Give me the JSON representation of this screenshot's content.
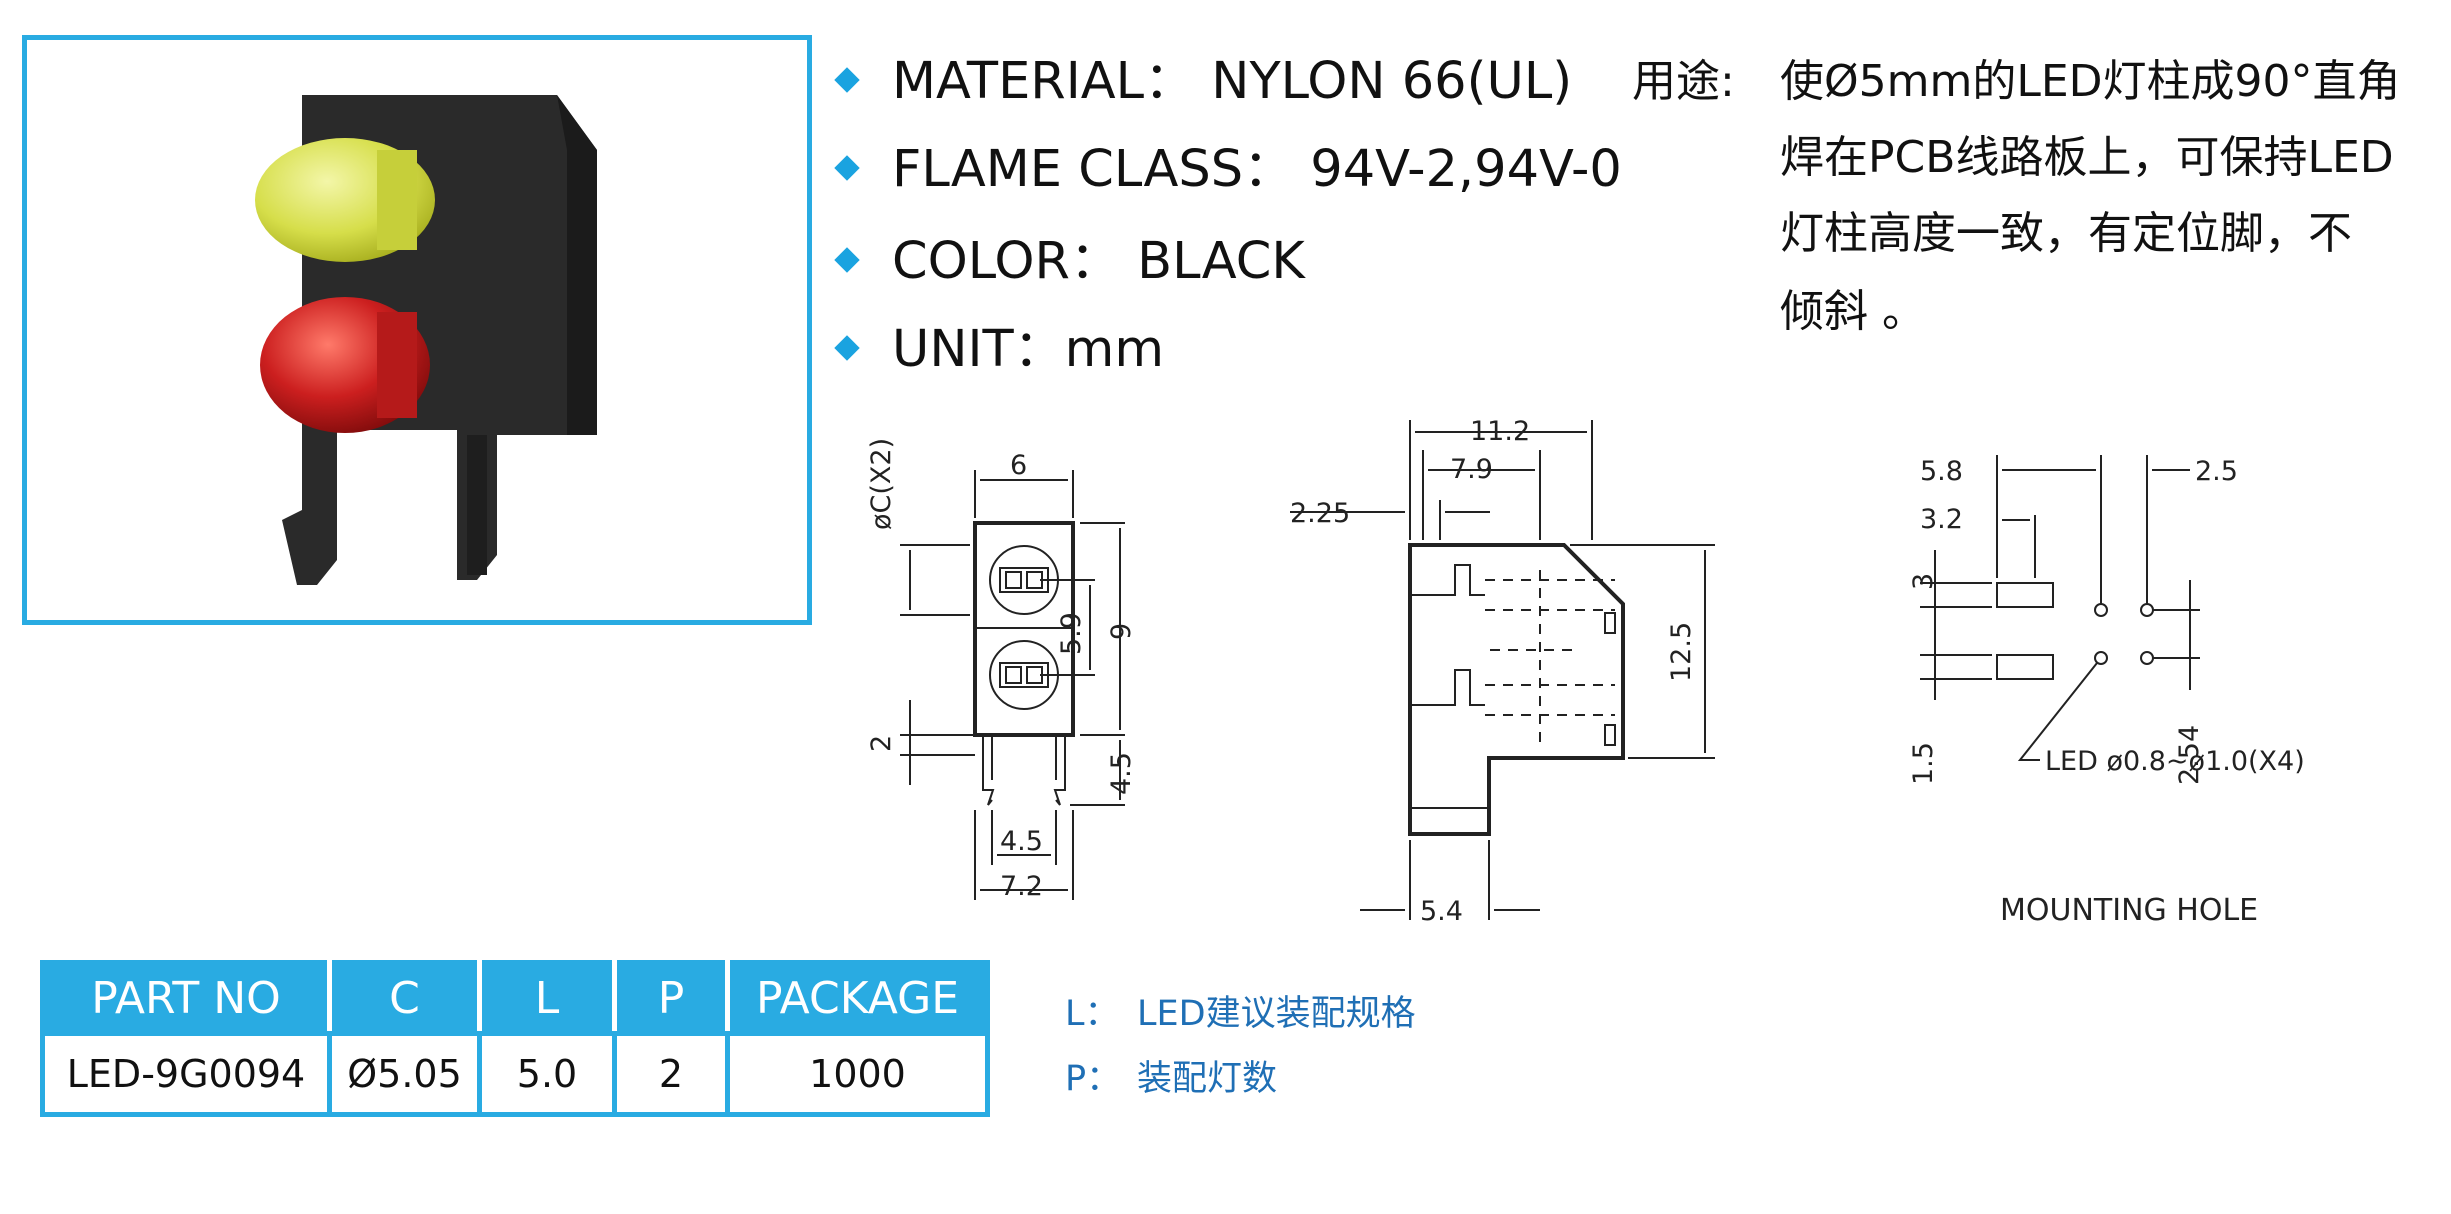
{
  "specs": [
    {
      "text": "MATERIAL： NYLON 66(UL)"
    },
    {
      "text": "FLAME CLASS： 94V-2,94V-0"
    },
    {
      "text": "COLOR： BLACK"
    },
    {
      "text": "UNIT：mm"
    }
  ],
  "usage": {
    "label": "用途:",
    "lines": [
      "使Ø5mm的LED灯柱成90°直角",
      "焊在PCB线路板上，可保持LED",
      "灯柱高度一致，有定位脚，不",
      "倾斜 。"
    ]
  },
  "drawing_front": {
    "dims": [
      "6",
      "øC(X2)",
      "5.9",
      "9",
      "2",
      "4.5",
      "4.5",
      "7.2"
    ]
  },
  "drawing_side": {
    "dims": [
      "11.2",
      "7.9",
      "2.25",
      "12.5",
      "5.4"
    ]
  },
  "mounting": {
    "dims": [
      "5.8",
      "3.2",
      "2.5",
      "3",
      "1.5",
      "2.54"
    ],
    "led_note": "LED  ø0.8~ø1.0(X4)",
    "caption": "MOUNTING  HOLE"
  },
  "table": {
    "headers": [
      "PART NO",
      "C",
      "L",
      "P",
      "PACKAGE"
    ],
    "row": [
      "LED-9G0094",
      "Ø5.05",
      "5.0",
      "2",
      "1000"
    ]
  },
  "legend": [
    {
      "key": "L：",
      "text": "LED建议装配规格"
    },
    {
      "key": "P：",
      "text": "装配灯数"
    }
  ],
  "colors": {
    "accent": "#29abe2",
    "legend_text": "#1f6fb5",
    "led_yellow": "#d8e04a",
    "led_red": "#c81e1e"
  }
}
